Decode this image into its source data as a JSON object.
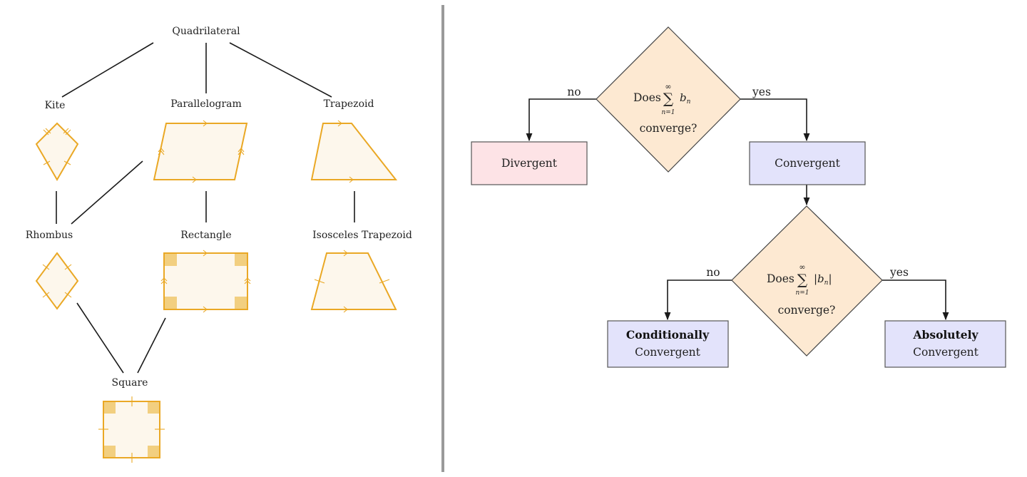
{
  "colors": {
    "shape_stroke": "#eaa825",
    "shape_fill": "#fdf7ec",
    "right_angle_fill": "#f2cf80",
    "decision_fill": "#fde9d2",
    "divergent_fill": "#fde3e6",
    "convergent_fill": "#e3e3fb",
    "divider": "#9a9a9a"
  },
  "hierarchy": {
    "root": "Quadrilateral",
    "nodes": {
      "kite": "Kite",
      "parallelogram": "Parallelogram",
      "trapezoid": "Trapezoid",
      "rhombus": "Rhombus",
      "rectangle": "Rectangle",
      "isosceles_trapezoid": "Isosceles Trapezoid",
      "square": "Square"
    },
    "edges": [
      [
        "Quadrilateral",
        "Kite"
      ],
      [
        "Quadrilateral",
        "Parallelogram"
      ],
      [
        "Quadrilateral",
        "Trapezoid"
      ],
      [
        "Kite",
        "Rhombus"
      ],
      [
        "Parallelogram",
        "Rhombus"
      ],
      [
        "Parallelogram",
        "Rectangle"
      ],
      [
        "Trapezoid",
        "Isosceles Trapezoid"
      ],
      [
        "Rhombus",
        "Square"
      ],
      [
        "Rectangle",
        "Square"
      ]
    ]
  },
  "flowchart": {
    "decision1": {
      "word": "Does",
      "sum_symbol": "∑",
      "sum_upper": "∞",
      "sum_lower": "n=1",
      "term": "b",
      "term_sub": "n",
      "line2": "converge?"
    },
    "decision2": {
      "word": "Does",
      "sum_symbol": "∑",
      "sum_upper": "∞",
      "sum_lower": "n=1",
      "term": "|b",
      "term_sub": "n",
      "term_close": "|",
      "line2": "converge?"
    },
    "edges": {
      "d1_no": "no",
      "d1_yes": "yes",
      "d2_no": "no",
      "d2_yes": "yes"
    },
    "outcomes": {
      "divergent": "Divergent",
      "convergent": "Convergent",
      "conditional_bold": "Conditionally",
      "conditional_rest": "Convergent",
      "absolute_bold": "Absolutely",
      "absolute_rest": "Convergent"
    }
  }
}
